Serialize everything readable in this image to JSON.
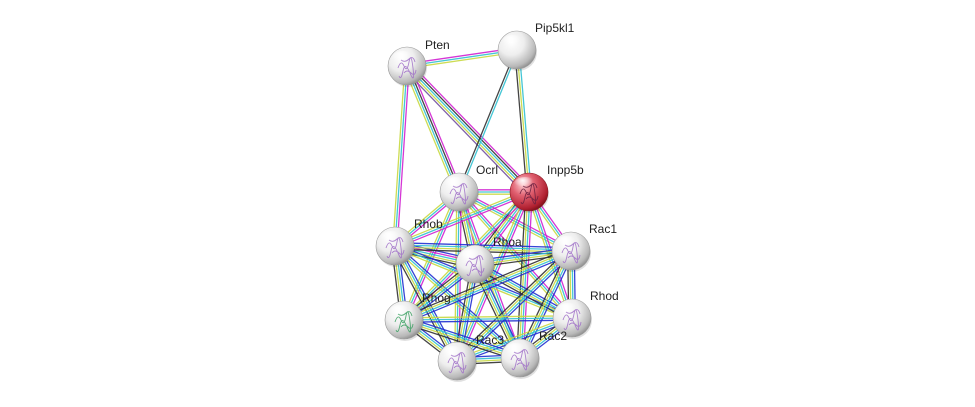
{
  "network": {
    "colors": {
      "node_default": "#e0e0e0",
      "node_query": "#d33a48",
      "protein_art": "#a070c8",
      "edge_magenta": "#d020d0",
      "edge_cyan": "#30c0d0",
      "edge_yellow": "#c8d840",
      "edge_black": "#303030",
      "edge_blue": "#2030d0",
      "edge_green": "#20a020",
      "edge_purple": "#7050a0"
    },
    "nodes": [
      {
        "id": "Pten",
        "label": "Pten",
        "query": false,
        "art": true
      },
      {
        "id": "Pip5kl1",
        "label": "Pip5kl1",
        "query": false,
        "art": false
      },
      {
        "id": "Ocrl",
        "label": "Ocrl",
        "query": false,
        "art": true
      },
      {
        "id": "Inpp5b",
        "label": "Inpp5b",
        "query": true,
        "art": true
      },
      {
        "id": "Rhob",
        "label": "Rhob",
        "query": false,
        "art": true
      },
      {
        "id": "Rhoa",
        "label": "Rhoa",
        "query": false,
        "art": true
      },
      {
        "id": "Rac1",
        "label": "Rac1",
        "query": false,
        "art": true
      },
      {
        "id": "Rhod",
        "label": "Rhod",
        "query": false,
        "art": true
      },
      {
        "id": "Rhog",
        "label": "Rhog",
        "query": false,
        "art": true
      },
      {
        "id": "Rac3",
        "label": "Rac3",
        "query": false,
        "art": true
      },
      {
        "id": "Rac2",
        "label": "Rac2",
        "query": false,
        "art": true
      }
    ],
    "edges": [
      {
        "source": "Pten",
        "target": "Pip5kl1",
        "types": [
          "magenta",
          "cyan",
          "yellow"
        ]
      },
      {
        "source": "Pten",
        "target": "Inpp5b",
        "types": [
          "magenta",
          "black",
          "cyan",
          "yellow",
          "purple"
        ]
      },
      {
        "source": "Pten",
        "target": "Ocrl",
        "types": [
          "magenta",
          "black",
          "cyan",
          "yellow"
        ]
      },
      {
        "source": "Pten",
        "target": "Rhob",
        "types": [
          "magenta",
          "cyan",
          "yellow"
        ]
      },
      {
        "source": "Pip5kl1",
        "target": "Inpp5b",
        "types": [
          "cyan",
          "yellow",
          "black"
        ]
      },
      {
        "source": "Pip5kl1",
        "target": "Ocrl",
        "types": [
          "cyan",
          "black"
        ]
      },
      {
        "source": "Ocrl",
        "target": "Inpp5b",
        "types": [
          "magenta",
          "cyan",
          "yellow"
        ]
      },
      {
        "source": "Ocrl",
        "target": "Rhob",
        "types": [
          "magenta",
          "cyan",
          "yellow"
        ]
      },
      {
        "source": "Ocrl",
        "target": "Rhoa",
        "types": [
          "magenta",
          "cyan",
          "yellow",
          "black"
        ]
      },
      {
        "source": "Ocrl",
        "target": "Rac1",
        "types": [
          "magenta",
          "cyan",
          "yellow"
        ]
      },
      {
        "source": "Ocrl",
        "target": "Rhod",
        "types": [
          "magenta",
          "cyan",
          "yellow"
        ]
      },
      {
        "source": "Ocrl",
        "target": "Rhog",
        "types": [
          "magenta",
          "cyan",
          "yellow"
        ]
      },
      {
        "source": "Ocrl",
        "target": "Rac3",
        "types": [
          "magenta",
          "cyan",
          "yellow"
        ]
      },
      {
        "source": "Ocrl",
        "target": "Rac2",
        "types": [
          "magenta",
          "cyan",
          "yellow"
        ]
      },
      {
        "source": "Inpp5b",
        "target": "Rhob",
        "types": [
          "magenta",
          "cyan",
          "yellow"
        ]
      },
      {
        "source": "Inpp5b",
        "target": "Rhoa",
        "types": [
          "magenta",
          "cyan",
          "yellow",
          "black"
        ]
      },
      {
        "source": "Inpp5b",
        "target": "Rac1",
        "types": [
          "magenta",
          "cyan",
          "yellow"
        ]
      },
      {
        "source": "Inpp5b",
        "target": "Rhod",
        "types": [
          "magenta",
          "cyan",
          "yellow"
        ]
      },
      {
        "source": "Inpp5b",
        "target": "Rhog",
        "types": [
          "magenta",
          "cyan",
          "yellow"
        ]
      },
      {
        "source": "Inpp5b",
        "target": "Rac3",
        "types": [
          "magenta",
          "cyan",
          "yellow"
        ]
      },
      {
        "source": "Inpp5b",
        "target": "Rac2",
        "types": [
          "magenta",
          "cyan",
          "yellow",
          "black"
        ]
      },
      {
        "source": "Rhob",
        "target": "Rhoa",
        "types": [
          "blue",
          "magenta",
          "cyan",
          "yellow",
          "black"
        ]
      },
      {
        "source": "Rhob",
        "target": "Rac1",
        "types": [
          "blue",
          "cyan",
          "yellow",
          "black"
        ]
      },
      {
        "source": "Rhob",
        "target": "Rhod",
        "types": [
          "blue",
          "cyan",
          "yellow"
        ]
      },
      {
        "source": "Rhob",
        "target": "Rhog",
        "types": [
          "blue",
          "cyan",
          "yellow",
          "black"
        ]
      },
      {
        "source": "Rhob",
        "target": "Rac3",
        "types": [
          "blue",
          "cyan",
          "yellow",
          "black"
        ]
      },
      {
        "source": "Rhob",
        "target": "Rac2",
        "types": [
          "blue",
          "cyan",
          "yellow"
        ]
      },
      {
        "source": "Rhoa",
        "target": "Rac1",
        "types": [
          "blue",
          "cyan",
          "yellow",
          "black"
        ]
      },
      {
        "source": "Rhoa",
        "target": "Rhod",
        "types": [
          "blue",
          "cyan",
          "yellow",
          "black"
        ]
      },
      {
        "source": "Rhoa",
        "target": "Rhog",
        "types": [
          "blue",
          "cyan",
          "yellow",
          "black"
        ]
      },
      {
        "source": "Rhoa",
        "target": "Rac3",
        "types": [
          "blue",
          "cyan",
          "yellow",
          "black"
        ]
      },
      {
        "source": "Rhoa",
        "target": "Rac2",
        "types": [
          "blue",
          "cyan",
          "yellow",
          "black"
        ]
      },
      {
        "source": "Rac1",
        "target": "Rhod",
        "types": [
          "blue",
          "cyan",
          "yellow",
          "black"
        ]
      },
      {
        "source": "Rac1",
        "target": "Rhog",
        "types": [
          "blue",
          "cyan",
          "yellow",
          "black"
        ]
      },
      {
        "source": "Rac1",
        "target": "Rac3",
        "types": [
          "blue",
          "cyan",
          "yellow",
          "black"
        ]
      },
      {
        "source": "Rac1",
        "target": "Rac2",
        "types": [
          "blue",
          "cyan",
          "yellow",
          "black"
        ]
      },
      {
        "source": "Rhod",
        "target": "Rhog",
        "types": [
          "blue",
          "cyan",
          "yellow"
        ]
      },
      {
        "source": "Rhod",
        "target": "Rac3",
        "types": [
          "blue",
          "cyan",
          "yellow"
        ]
      },
      {
        "source": "Rhod",
        "target": "Rac2",
        "types": [
          "blue",
          "cyan",
          "yellow",
          "black"
        ]
      },
      {
        "source": "Rhog",
        "target": "Rac3",
        "types": [
          "blue",
          "cyan",
          "yellow",
          "black"
        ]
      },
      {
        "source": "Rhog",
        "target": "Rac2",
        "types": [
          "blue",
          "cyan",
          "yellow",
          "black"
        ]
      },
      {
        "source": "Rac3",
        "target": "Rac2",
        "types": [
          "blue",
          "cyan",
          "yellow",
          "black"
        ]
      }
    ]
  }
}
